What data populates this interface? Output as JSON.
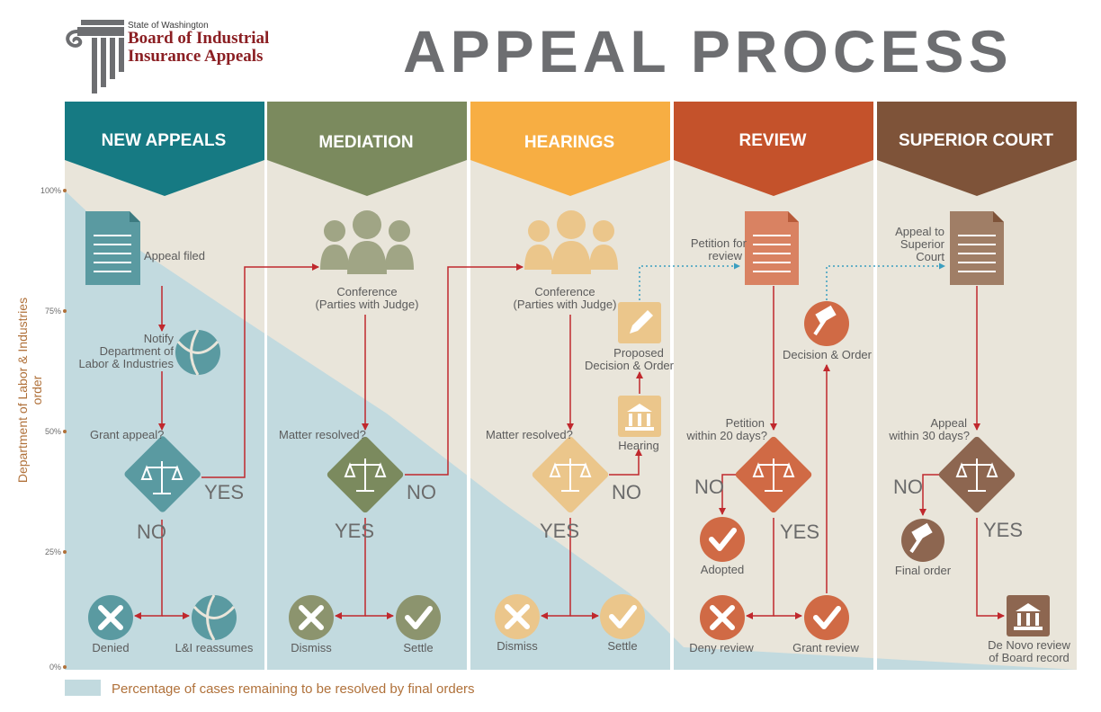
{
  "header": {
    "org_small": "State of Washington",
    "org_line1": "Board of Industrial",
    "org_line2": "Insurance Appeals",
    "title": "APPEAL PROCESS"
  },
  "stages": [
    {
      "label": "NEW APPEALS",
      "color": "#167a83"
    },
    {
      "label": "MEDIATION",
      "color": "#7b8a5e"
    },
    {
      "label": "HEARINGS",
      "color": "#f7ae43"
    },
    {
      "label": "REVIEW",
      "color": "#c4522b"
    },
    {
      "label": "SUPERIOR COURT",
      "color": "#7e5339"
    }
  ],
  "new_appeals": {
    "appeal_filed": "Appeal filed",
    "notify": [
      "Notify",
      "Department of",
      "Labor & Industries"
    ],
    "question": "Grant appeal?",
    "yes": "YES",
    "no": "NO",
    "denied": "Denied",
    "reassumes": "L&I reassumes"
  },
  "mediation": {
    "conference": [
      "Conference",
      "(Parties with Judge)"
    ],
    "question": "Matter resolved?",
    "yes": "YES",
    "no": "NO",
    "dismiss": "Dismiss",
    "settle": "Settle"
  },
  "hearings": {
    "conference": [
      "Conference",
      "(Parties with Judge)"
    ],
    "question": "Matter resolved?",
    "yes": "YES",
    "no": "NO",
    "dismiss": "Dismiss",
    "settle": "Settle",
    "hearing": "Hearing",
    "proposed": [
      "Proposed",
      "Decision & Order"
    ]
  },
  "review": {
    "petition": [
      "Petition for",
      "review"
    ],
    "decision": "Decision & Order",
    "question": [
      "Petition",
      "within 20 days?"
    ],
    "yes": "YES",
    "no": "NO",
    "adopted": "Adopted",
    "deny": "Deny review",
    "grant": "Grant review"
  },
  "superior_court": {
    "appeal": [
      "Appeal to",
      "Superior",
      "Court"
    ],
    "question": [
      "Appeal",
      "within 30 days?"
    ],
    "yes": "YES",
    "no": "NO",
    "final_order": "Final order",
    "de_novo": [
      "De Novo review",
      "of Board record"
    ]
  },
  "y_axis": {
    "label": "Department of Labor & Industries order",
    "ticks": [
      "100%",
      "75%",
      "50%",
      "25%",
      "0%"
    ]
  },
  "legend": "Percentage of cases remaining to be resolved by final orders",
  "colors": {
    "panel_bg": "#e9e5da",
    "area": "#c2dadf",
    "arrow": "#c0282d",
    "dotted": "#3b9fc0"
  }
}
